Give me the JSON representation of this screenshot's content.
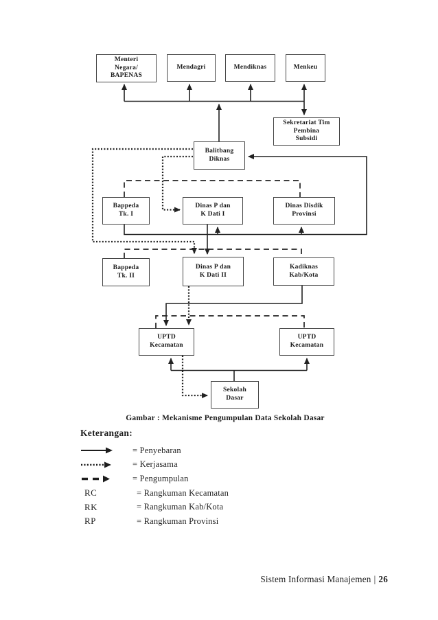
{
  "diagram": {
    "caption": "Gambar : Mekanisme Pengumpulan Data Sekolah Dasar",
    "nodes": {
      "menteri": {
        "label": "Menteri\nNegara/\nBAPENAS"
      },
      "mendagri": {
        "label": "Mendagri"
      },
      "mendiknas": {
        "label": "Mendiknas"
      },
      "menkeu": {
        "label": "Menkeu"
      },
      "sekretariat": {
        "label": "Sekretariat Tim\nPembina\nSubsidi"
      },
      "balitbang": {
        "label": "Balitbang\nDiknas"
      },
      "bappeda1": {
        "label": "Bappeda\nTk. I"
      },
      "dinas1": {
        "label": "Dinas P dan\nK Dati I"
      },
      "disdik": {
        "label": "Dinas Disdik\nProvinsi"
      },
      "bappeda2": {
        "label": "Bappeda\nTk. II"
      },
      "dinas2": {
        "label": "Dinas P dan\nK Dati II"
      },
      "kadiknas": {
        "label": "Kadiknas\nKab/Kota"
      },
      "uptd1": {
        "label": "UPTD\nKecamatan"
      },
      "uptd2": {
        "label": "UPTD\nKecamatan"
      },
      "sekolah": {
        "label": "Sekolah\nDasar"
      }
    }
  },
  "legend": {
    "title": "Keterangan:",
    "items": [
      {
        "symbol": "solid-arrow",
        "label": "= Penyebaran"
      },
      {
        "symbol": "dotted-arrow",
        "label": "= Kerjasama"
      },
      {
        "symbol": "dashed-arrow",
        "label": "= Pengumpulan"
      },
      {
        "symbol": "RC",
        "label": "= Rangkuman Kecamatan"
      },
      {
        "symbol": "RK",
        "label": "= Rangkuman Kab/Kota"
      },
      {
        "symbol": "RP",
        "label": "= Rangkuman Provinsi"
      }
    ]
  },
  "footer": {
    "text": "Sistem Informasi Manajemen",
    "separator": "|",
    "page_number": "26"
  },
  "colors": {
    "ink": "#1d1d1d",
    "box_border": "#454545",
    "background": "#ffffff"
  }
}
